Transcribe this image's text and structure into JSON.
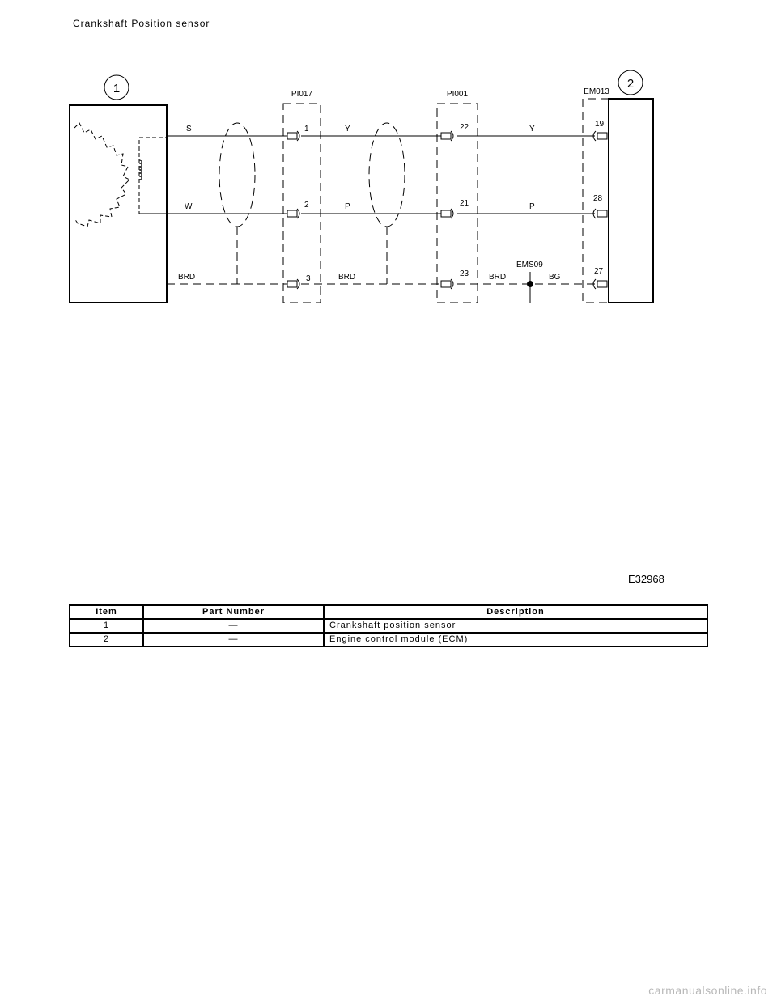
{
  "header": {
    "title": "Crankshaft Position sensor"
  },
  "diagram": {
    "callouts": [
      "1",
      "2"
    ],
    "connectors": [
      "PI017",
      "PI001",
      "EM013"
    ],
    "splice": "EMS09",
    "figure_id": "E32968",
    "wires": [
      {
        "pi017_pin": "1",
        "pi001_pin": "22",
        "ecm_pin": "19",
        "color_sensor": "S",
        "color_mid": "Y",
        "color_ecm_left": "",
        "color_ecm": "Y"
      },
      {
        "pi017_pin": "2",
        "pi001_pin": "21",
        "ecm_pin": "28",
        "color_sensor": "W",
        "color_mid": "P",
        "color_ecm_left": "",
        "color_ecm": "P"
      },
      {
        "pi017_pin": "3",
        "pi001_pin": "23",
        "ecm_pin": "27",
        "color_sensor": "BRD",
        "color_mid": "BRD",
        "color_ecm_left": "BRD",
        "color_ecm": "BG"
      }
    ]
  },
  "table": {
    "headers": [
      "Item",
      "Part Number",
      "Description"
    ],
    "rows": [
      {
        "item": "1",
        "part": "—",
        "description": "Crankshaft position sensor"
      },
      {
        "item": "2",
        "part": "—",
        "description": "Engine control module (ECM)"
      }
    ]
  },
  "watermark": "carmanualsonline.info"
}
